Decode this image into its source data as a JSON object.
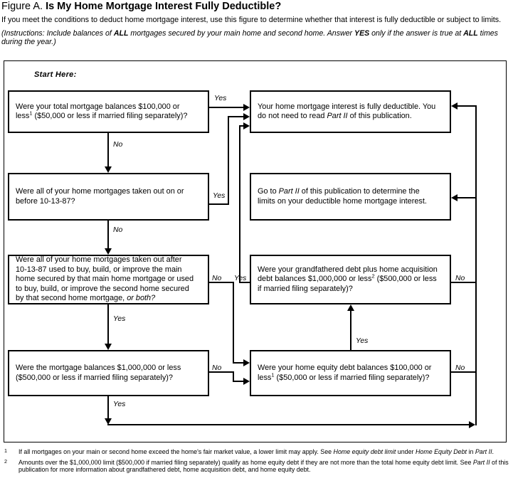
{
  "header": {
    "figure_label": "Figure A.",
    "title": "Is My Home Mortgage Interest Fully Deductible?",
    "intro": "If you meet the conditions to deduct home mortgage interest, use this figure to determine whether that interest is fully deductible or subject to limits.",
    "instructions_pre": "(Instructions: Include balances of ",
    "instructions_all1": "ALL",
    "instructions_mid": " mortgages secured by your main home and second home. Answer ",
    "instructions_yes": "YES",
    "instructions_mid2": " only if the answer is true at ",
    "instructions_all2": "ALL",
    "instructions_end": " times during the year.)"
  },
  "chart_data": {
    "type": "flowchart",
    "title": "Is My Home Mortgage Interest Fully Deductible?",
    "start_label": "Start Here:",
    "nodes": [
      {
        "id": "q1",
        "kind": "decision",
        "text": "Were your total mortgage balances $100,000 or less1 ($50,000 or less if married filing separately)?"
      },
      {
        "id": "q2",
        "kind": "decision",
        "text": "Were all of your home mortgages taken out on or before 10-13-87?"
      },
      {
        "id": "q3",
        "kind": "decision",
        "text": "Were all of your home mortgages taken out after 10-13-87 used to buy, build, or improve the main home secured by that main home mortgage or used to buy, build, or improve the second home secured by that second home mortgage, or both?"
      },
      {
        "id": "q4",
        "kind": "decision",
        "text": "Were the mortgage balances $1,000,000 or less ($500,000 or less if married filing separately)?"
      },
      {
        "id": "q5",
        "kind": "decision",
        "text": "Were your grandfathered debt plus home acquisition debt balances $1,000,000 or less2 ($500,000 or less if married filing separately)?"
      },
      {
        "id": "q6",
        "kind": "decision",
        "text": "Were your home equity debt balances $100,000 or less1 ($50,000 or less if married filing separately)?"
      },
      {
        "id": "r1",
        "kind": "result",
        "text": "Your home mortgage interest is fully deductible. You do not need to read Part II of this publication."
      },
      {
        "id": "r2",
        "kind": "result",
        "text": "Go to Part II of this publication to determine the limits on your deductible home mortgage interest."
      }
    ],
    "edges": [
      {
        "from": "q1",
        "to": "r1",
        "label": "Yes"
      },
      {
        "from": "q1",
        "to": "q2",
        "label": "No"
      },
      {
        "from": "q2",
        "to": "r1",
        "label": "Yes"
      },
      {
        "from": "q2",
        "to": "q3",
        "label": "No"
      },
      {
        "from": "q3",
        "to": "q5",
        "label": "No"
      },
      {
        "from": "q3",
        "to": "q4",
        "label": "Yes"
      },
      {
        "from": "q4",
        "to": "q6",
        "label": "No"
      },
      {
        "from": "q4",
        "to": "r1",
        "label": "Yes"
      },
      {
        "from": "q5",
        "to": "r1",
        "label": "Yes"
      },
      {
        "from": "q5",
        "to": "r2",
        "label": "No"
      },
      {
        "from": "q6",
        "to": "q5",
        "label": "Yes"
      },
      {
        "from": "q6",
        "to": "r1",
        "label": "No"
      }
    ]
  },
  "boxes": {
    "q1": {
      "l1a": "Were your total  mortgage balances $100,000 or",
      "l2a": "less",
      "sup1": "1",
      "l2b": " ($50,000 or less if married filing separately)?"
    },
    "q2": {
      "l1": "Were all of your home mortgages taken out on or",
      "l2": "before 10-13-87?"
    },
    "q3": {
      "l1": "Were all of your home mortgages taken out after",
      "l2": "10-13-87 used to buy, build, or improve the main",
      "l3": "home secured by that main home mortgage or used",
      "l4": "to buy, build, or improve the second home secured",
      "l5a": "by that second home mortgage, ",
      "l5b": "or both?"
    },
    "q4": {
      "l1": "Were the mortgage balances $1,000,000 or less",
      "l2": "($500,000 or less if married filing separately)?"
    },
    "q5": {
      "l1": "Were your grandfathered debt plus home acquisition",
      "l2a": "debt balances $1,000,000 or less",
      "sup2": "2",
      "l2b": " ($500,000 or less",
      "l3": "if married filing separately)?"
    },
    "q6": {
      "l1": "Were your home equity debt balances $100,000 or",
      "l2a": "less",
      "sup1": "1",
      "l2b": " ($50,000 or less if married filing separately)?"
    },
    "r1": {
      "l1": "Your home mortgage interest is fully deductible.  You",
      "l2a": "do not need to read ",
      "l2i": "Part II",
      "l2b": " of this publication."
    },
    "r2": {
      "l1a": "Go to ",
      "l1i": "Part II",
      "l1b": " of this publication to determine the",
      "l2": "limits on your deductible home mortgage interest."
    }
  },
  "labels": {
    "yes": "Yes",
    "no": "No"
  },
  "footnotes": [
    {
      "marker": "1",
      "pre": "If all mortgages on your main or second home exceed the home's fair market value, a lower limit may apply. See ",
      "it1": "Home equity debt limit",
      "mid": " under ",
      "it2": "Home Equity Debt",
      "post": " in ",
      "it3": "Part II",
      "end": "."
    },
    {
      "marker": "2",
      "pre": "Amounts over the $1,000,000 limit ($500,000 if married filing separately) qualify as home equity debt if they are not more than the total home equity debt limit. See ",
      "it1": "Part II",
      "mid": " of this publication for more information about grandfathered debt, home acquisition debt, and home equity debt.",
      "it2": "",
      "post": "",
      "it3": "",
      "end": ""
    }
  ],
  "colors": {
    "ink": "#000000",
    "paper": "#ffffff"
  }
}
